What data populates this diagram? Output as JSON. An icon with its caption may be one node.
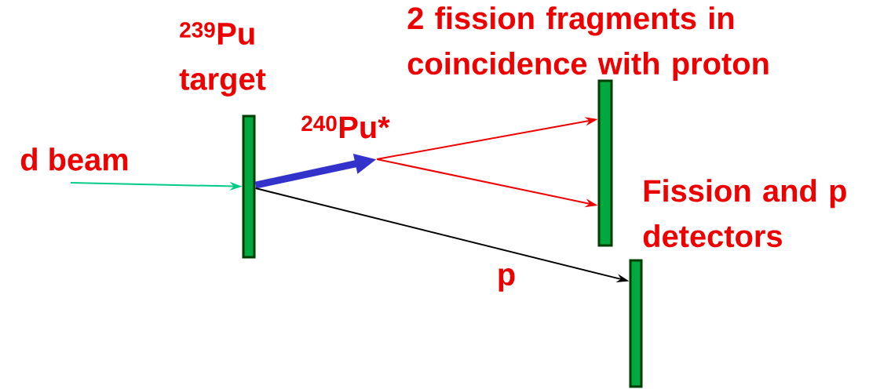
{
  "diagram": {
    "nodes": [
      {
        "text": [
          "$^{239}$Pu target"
        ]
      },
      {
        "text": [],
        "shape": "bar"
      },
      {
        "text": [],
        "shape": "bar"
      }
    ],
    "edges": [
      {
        "from": null,
        "to": 0,
        "arrow": "to",
        "label": "d beam",
        "color": "#00cc88"
      },
      {
        "from": 0,
        "to": null,
        "arrow": "to",
        "label": "$^{240}$Pu*",
        "style": "thick",
        "color": "#3333cc"
      },
      {
        "from": null,
        "to": 1,
        "arrow": "to",
        "color": "#ee0000"
      },
      {
        "from": null,
        "to": 1,
        "arrow": "to",
        "color": "#ee0000"
      },
      {
        "from": 0,
        "to": 2,
        "arrow": "to",
        "label": "p",
        "color": "#000000"
      }
    ],
    "labels": [
      "2 fission fragments in coincidence with proton",
      "Fission and p detectors"
    ]
  }
}
